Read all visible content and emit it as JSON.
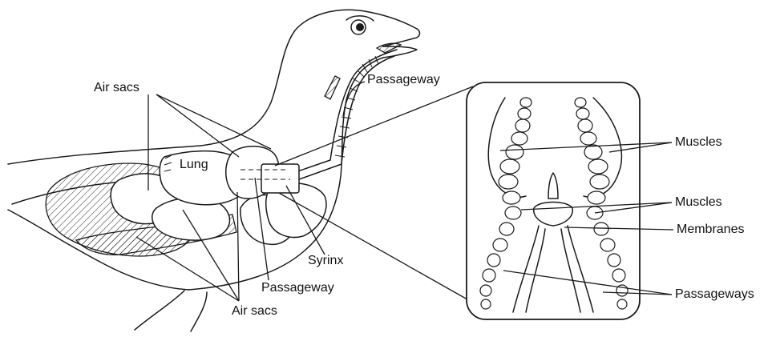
{
  "labels": {
    "air_sacs_top": "Air sacs",
    "lung": "Lung",
    "passageway_top": "Passageway",
    "syrinx": "Syrinx",
    "passageway_bottom": "Passageway",
    "air_sacs_bottom": "Air sacs",
    "muscles_upper": "Muscles",
    "muscles_lower": "Muscles",
    "membranes": "Membranes",
    "passageways": "Passageways"
  }
}
